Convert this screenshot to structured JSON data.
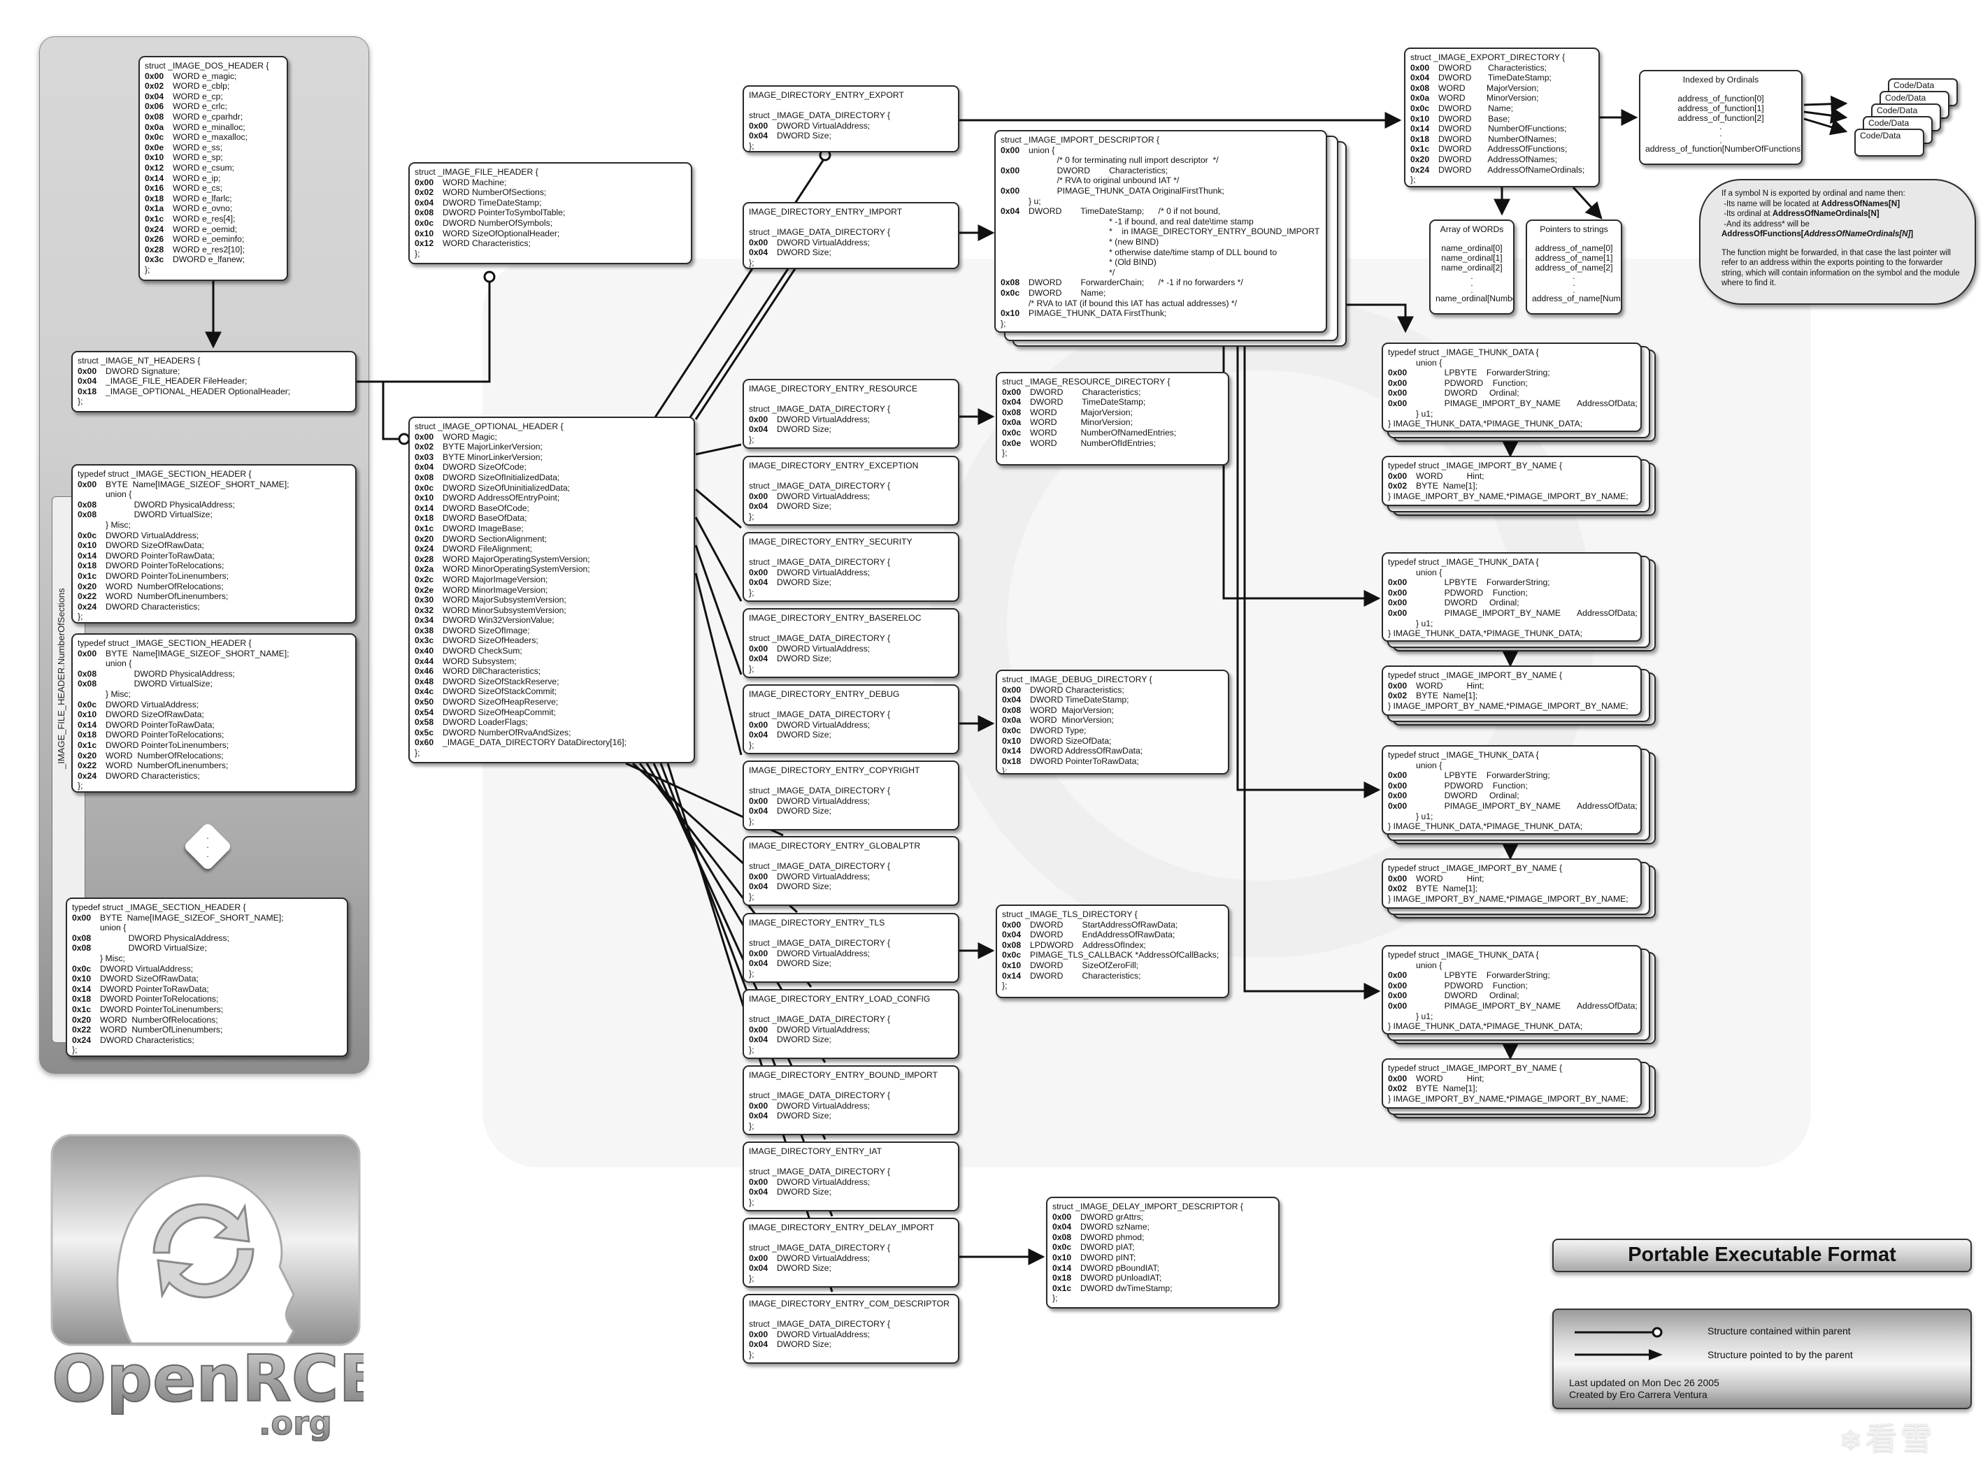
{
  "title": "Portable Executable Format",
  "legend": {
    "contained": "Structure contained within parent",
    "pointed": "Structure pointed to by the parent",
    "updated": "Last updated on Mon Dec 26 2005",
    "author": "Created by Ero Carrera Ventura"
  },
  "logo": {
    "name": "OpenRCE",
    "suffix": ".org"
  },
  "watermark": "看雪",
  "section_count_label": "_IMAGE_FILE_HEADER.NumberOfSections",
  "ellipsis": ". . .",
  "dos_header": {
    "header": "struct _IMAGE_DOS_HEADER {",
    "rows": [
      [
        "0x00",
        "WORD e_magic;"
      ],
      [
        "0x02",
        "WORD e_cblp;"
      ],
      [
        "0x04",
        "WORD e_cp;"
      ],
      [
        "0x06",
        "WORD e_crlc;"
      ],
      [
        "0x08",
        "WORD e_cparhdr;"
      ],
      [
        "0x0a",
        "WORD e_minalloc;"
      ],
      [
        "0x0c",
        "WORD e_maxalloc;"
      ],
      [
        "0x0e",
        "WORD e_ss;"
      ],
      [
        "0x10",
        "WORD e_sp;"
      ],
      [
        "0x12",
        "WORD e_csum;"
      ],
      [
        "0x14",
        "WORD e_ip;"
      ],
      [
        "0x16",
        "WORD e_cs;"
      ],
      [
        "0x18",
        "WORD e_lfarlc;"
      ],
      [
        "0x1a",
        "WORD e_ovno;"
      ],
      [
        "0x1c",
        "WORD e_res[4];"
      ],
      [
        "0x24",
        "WORD e_oemid;"
      ],
      [
        "0x26",
        "WORD e_oeminfo;"
      ],
      [
        "0x28",
        "WORD e_res2[10];"
      ],
      [
        "0x3c",
        "DWORD e_lfanew;"
      ]
    ],
    "footer": "};"
  },
  "nt_headers": {
    "header": "struct _IMAGE_NT_HEADERS {",
    "rows": [
      [
        "0x00",
        "DWORD Signature;"
      ],
      [
        "0x04",
        "_IMAGE_FILE_HEADER FileHeader;"
      ],
      [
        "0x18",
        "_IMAGE_OPTIONAL_HEADER OptionalHeader;"
      ]
    ],
    "footer": "};"
  },
  "file_header": {
    "header": "struct _IMAGE_FILE_HEADER {",
    "rows": [
      [
        "0x00",
        "WORD Machine;"
      ],
      [
        "0x02",
        "WORD NumberOfSections;"
      ],
      [
        "0x04",
        "DWORD TimeDateStamp;"
      ],
      [
        "0x08",
        "DWORD PointerToSymbolTable;"
      ],
      [
        "0x0c",
        "DWORD NumberOfSymbols;"
      ],
      [
        "0x10",
        "WORD SizeOfOptionalHeader;"
      ],
      [
        "0x12",
        "WORD Characteristics;"
      ]
    ],
    "footer": "};"
  },
  "optional_header": {
    "header": "struct _IMAGE_OPTIONAL_HEADER {",
    "rows": [
      [
        "0x00",
        "WORD Magic;"
      ],
      [
        "0x02",
        "BYTE MajorLinkerVersion;"
      ],
      [
        "0x03",
        "BYTE MinorLinkerVersion;"
      ],
      [
        "0x04",
        "DWORD SizeOfCode;"
      ],
      [
        "0x08",
        "DWORD SizeOfInitializedData;"
      ],
      [
        "0x0c",
        "DWORD SizeOfUninitializedData;"
      ],
      [
        "0x10",
        "DWORD AddressOfEntryPoint;"
      ],
      [
        "0x14",
        "DWORD BaseOfCode;"
      ],
      [
        "0x18",
        "DWORD BaseOfData;"
      ],
      [
        "0x1c",
        "DWORD ImageBase;"
      ],
      [
        "0x20",
        "DWORD SectionAlignment;"
      ],
      [
        "0x24",
        "DWORD FileAlignment;"
      ],
      [
        "0x28",
        "WORD MajorOperatingSystemVersion;"
      ],
      [
        "0x2a",
        "WORD MinorOperatingSystemVersion;"
      ],
      [
        "0x2c",
        "WORD MajorImageVersion;"
      ],
      [
        "0x2e",
        "WORD MinorImageVersion;"
      ],
      [
        "0x30",
        "WORD MajorSubsystemVersion;"
      ],
      [
        "0x32",
        "WORD MinorSubsystemVersion;"
      ],
      [
        "0x34",
        "DWORD Win32VersionValue;"
      ],
      [
        "0x38",
        "DWORD SizeOfImage;"
      ],
      [
        "0x3c",
        "DWORD SizeOfHeaders;"
      ],
      [
        "0x40",
        "DWORD CheckSum;"
      ],
      [
        "0x44",
        "WORD Subsystem;"
      ],
      [
        "0x46",
        "WORD DllCharacteristics;"
      ],
      [
        "0x48",
        "DWORD SizeOfStackReserve;"
      ],
      [
        "0x4c",
        "DWORD SizeOfStackCommit;"
      ],
      [
        "0x50",
        "DWORD SizeOfHeapReserve;"
      ],
      [
        "0x54",
        "DWORD SizeOfHeapCommit;"
      ],
      [
        "0x58",
        "DWORD LoaderFlags;"
      ],
      [
        "0x5c",
        "DWORD NumberOfRvaAndSizes;"
      ],
      [
        "0x60",
        "_IMAGE_DATA_DIRECTORY DataDirectory[16];"
      ]
    ],
    "footer": "};"
  },
  "section_header": {
    "header": "typedef struct _IMAGE_SECTION_HEADER {",
    "rows": [
      [
        "0x00",
        "BYTE  Name[IMAGE_SIZEOF_SHORT_NAME];"
      ],
      [
        "",
        "union {"
      ],
      [
        "0x08",
        "            DWORD PhysicalAddress;"
      ],
      [
        "0x08",
        "            DWORD VirtualSize;"
      ],
      [
        "",
        "} Misc;"
      ],
      [
        "0x0c",
        "DWORD VirtualAddress;"
      ],
      [
        "0x10",
        "DWORD SizeOfRawData;"
      ],
      [
        "0x14",
        "DWORD PointerToRawData;"
      ],
      [
        "0x18",
        "DWORD PointerToRelocations;"
      ],
      [
        "0x1c",
        "DWORD PointerToLinenumbers;"
      ],
      [
        "0x20",
        "WORD  NumberOfRelocations;"
      ],
      [
        "0x22",
        "WORD  NumberOfLinenumbers;"
      ],
      [
        "0x24",
        "DWORD Characteristics;"
      ]
    ],
    "footer": "};"
  },
  "data_directory": {
    "header": "struct _IMAGE_DATA_DIRECTORY {",
    "rows": [
      [
        "0x00",
        "DWORD VirtualAddress;"
      ],
      [
        "0x04",
        "DWORD Size;"
      ]
    ],
    "footer": "};",
    "entries": [
      "IMAGE_DIRECTORY_ENTRY_EXPORT",
      "IMAGE_DIRECTORY_ENTRY_IMPORT",
      "IMAGE_DIRECTORY_ENTRY_RESOURCE",
      "IMAGE_DIRECTORY_ENTRY_EXCEPTION",
      "IMAGE_DIRECTORY_ENTRY_SECURITY",
      "IMAGE_DIRECTORY_ENTRY_BASERELOC",
      "IMAGE_DIRECTORY_ENTRY_DEBUG",
      "IMAGE_DIRECTORY_ENTRY_COPYRIGHT",
      "IMAGE_DIRECTORY_ENTRY_GLOBALPTR",
      "IMAGE_DIRECTORY_ENTRY_TLS",
      "IMAGE_DIRECTORY_ENTRY_LOAD_CONFIG",
      "IMAGE_DIRECTORY_ENTRY_BOUND_IMPORT",
      "IMAGE_DIRECTORY_ENTRY_IAT",
      "IMAGE_DIRECTORY_ENTRY_DELAY_IMPORT",
      "IMAGE_DIRECTORY_ENTRY_COM_DESCRIPTOR"
    ]
  },
  "export_directory": {
    "header": "struct _IMAGE_EXPORT_DIRECTORY {",
    "rows": [
      [
        "0x00",
        "DWORD       Characteristics;"
      ],
      [
        "0x04",
        "DWORD       TimeDateStamp;"
      ],
      [
        "0x08",
        "WORD         MajorVersion;"
      ],
      [
        "0x0a",
        "WORD         MinorVersion;"
      ],
      [
        "0x0c",
        "DWORD       Name;"
      ],
      [
        "0x10",
        "DWORD       Base;"
      ],
      [
        "0x14",
        "DWORD       NumberOfFunctions;"
      ],
      [
        "0x18",
        "DWORD       NumberOfNames;"
      ],
      [
        "0x1c",
        "DWORD       AddressOfFunctions;"
      ],
      [
        "0x20",
        "DWORD       AddressOfNames;"
      ],
      [
        "0x24",
        "DWORD       AddressOfNameOrdinals;"
      ]
    ],
    "footer": "};"
  },
  "ordinals_table": {
    "title": "Indexed by Ordinals",
    "items": [
      "address_of_function[0]",
      "address_of_function[1]",
      "address_of_function[2]",
      ".",
      ".",
      ".",
      "address_of_function[NumberOfFunctions]"
    ]
  },
  "code_data_label": "Code/Data",
  "words_array": {
    "title": "Array of WORDs",
    "items": [
      "name_ordinal[0]",
      "name_ordinal[1]",
      "name_ordinal[2]",
      ".",
      ".",
      ".",
      "name_ordinal[NumberOfNames]"
    ]
  },
  "strings_array": {
    "title": "Pointers to strings",
    "items": [
      "address_of_name[0]",
      "address_of_name[1]",
      "address_of_name[2]",
      ".",
      ".",
      ".",
      "address_of_name[NumberOfNames]"
    ]
  },
  "export_note": {
    "line1": "If a symbol N is exported by ordinal and name then:",
    "line2a": "-Its name will be located at ",
    "line2b": "AddressOfNames[N]",
    "line3a": "-Its ordinal at ",
    "line3b": "AddressOfNameOrdinals[N]",
    "line4": "-And its address* will be",
    "line5a": "AddressOfFunctions[",
    "line5b": "AddressOfNameOrdinals[N]",
    "line5c": "]",
    "para": "The function might be forwarded, in that case the last pointer will refer to an address within the exports pointing to the forwarder string, which will contain information on the symbol and the module where to find it."
  },
  "import_descriptor": {
    "header": "struct _IMAGE_IMPORT_DESCRIPTOR {",
    "rows": [
      [
        "0x00",
        "union {"
      ],
      [
        "",
        "            /* 0 for terminating null import descriptor  */"
      ],
      [
        "0x00",
        "            DWORD        Characteristics;"
      ],
      [
        "",
        "            /* RVA to original unbound IAT */"
      ],
      [
        "0x00",
        "            PIMAGE_THUNK_DATA OriginalFirstThunk;"
      ],
      [
        "",
        "} u;"
      ],
      [
        "0x04",
        "DWORD        TimeDateStamp;      /* 0 if not bound,"
      ],
      [
        "",
        "                                  * -1 if bound, and real date\\time stamp"
      ],
      [
        "",
        "                                  *    in IMAGE_DIRECTORY_ENTRY_BOUND_IMPORT"
      ],
      [
        "",
        "                                  * (new BIND)"
      ],
      [
        "",
        "                                  * otherwise date/time stamp of DLL bound to"
      ],
      [
        "",
        "                                  * (Old BIND)"
      ],
      [
        "",
        "                                  */"
      ],
      [
        "0x08",
        "DWORD        ForwarderChain;      /* -1 if no forwarders */"
      ],
      [
        "0x0c",
        "DWORD        Name;"
      ],
      [
        "",
        "/* RVA to IAT (if bound this IAT has actual addresses) */"
      ],
      [
        "0x10",
        "PIMAGE_THUNK_DATA FirstThunk;"
      ]
    ],
    "footer": "};"
  },
  "resource_directory": {
    "header": "struct _IMAGE_RESOURCE_DIRECTORY {",
    "rows": [
      [
        "0x00",
        "DWORD        Characteristics;"
      ],
      [
        "0x04",
        "DWORD        TimeDateStamp;"
      ],
      [
        "0x08",
        "WORD          MajorVersion;"
      ],
      [
        "0x0a",
        "WORD          MinorVersion;"
      ],
      [
        "0x0c",
        "WORD          NumberOfNamedEntries;"
      ],
      [
        "0x0e",
        "WORD          NumberOfIdEntries;"
      ]
    ],
    "footer": "};"
  },
  "debug_directory": {
    "header": "struct _IMAGE_DEBUG_DIRECTORY {",
    "rows": [
      [
        "0x00",
        "DWORD Characteristics;"
      ],
      [
        "0x04",
        "DWORD TimeDateStamp;"
      ],
      [
        "0x08",
        "WORD  MajorVersion;"
      ],
      [
        "0x0a",
        "WORD  MinorVersion;"
      ],
      [
        "0x0c",
        "DWORD Type;"
      ],
      [
        "0x10",
        "DWORD SizeOfData;"
      ],
      [
        "0x14",
        "DWORD AddressOfRawData;"
      ],
      [
        "0x18",
        "DWORD PointerToRawData;"
      ]
    ],
    "footer": "};"
  },
  "tls_directory": {
    "header": "struct _IMAGE_TLS_DIRECTORY {",
    "rows": [
      [
        "0x00",
        "DWORD        StartAddressOfRawData;"
      ],
      [
        "0x04",
        "DWORD        EndAddressOfRawData;"
      ],
      [
        "0x08",
        "LPDWORD    AddressOfIndex;"
      ],
      [
        "0x0c",
        "PIMAGE_TLS_CALLBACK *AddressOfCallBacks;"
      ],
      [
        "0x10",
        "DWORD        SizeOfZeroFill;"
      ],
      [
        "0x14",
        "DWORD        Characteristics;"
      ]
    ],
    "footer": "};"
  },
  "delay_import": {
    "header": "struct _IMAGE_DELAY_IMPORT_DESCRIPTOR {",
    "rows": [
      [
        "0x00",
        "DWORD grAttrs;"
      ],
      [
        "0x04",
        "DWORD szName;"
      ],
      [
        "0x08",
        "DWORD phmod;"
      ],
      [
        "0x0c",
        "DWORD pIAT;"
      ],
      [
        "0x10",
        "DWORD pINT;"
      ],
      [
        "0x14",
        "DWORD pBoundIAT;"
      ],
      [
        "0x18",
        "DWORD pUnloadIAT;"
      ],
      [
        "0x1c",
        "DWORD dwTimeStamp;"
      ]
    ],
    "footer": "};"
  },
  "thunk_data": {
    "header": "typedef struct _IMAGE_THUNK_DATA {",
    "rows": [
      [
        "",
        "union {"
      ],
      [
        "0x00",
        "            LPBYTE    ForwarderString;"
      ],
      [
        "0x00",
        "            PDWORD    Function;"
      ],
      [
        "0x00",
        "            DWORD     Ordinal;"
      ],
      [
        "0x00",
        "            PIMAGE_IMPORT_BY_NAME       AddressOfData;"
      ],
      [
        "",
        "} u1;"
      ]
    ],
    "footer": "} IMAGE_THUNK_DATA,*PIMAGE_THUNK_DATA;"
  },
  "import_by_name": {
    "header": "typedef struct _IMAGE_IMPORT_BY_NAME {",
    "rows": [
      [
        "0x00",
        "WORD          Hint;"
      ],
      [
        "0x02",
        "BYTE  Name[1];"
      ]
    ],
    "footer": "} IMAGE_IMPORT_BY_NAME,*PIMAGE_IMPORT_BY_NAME;"
  }
}
